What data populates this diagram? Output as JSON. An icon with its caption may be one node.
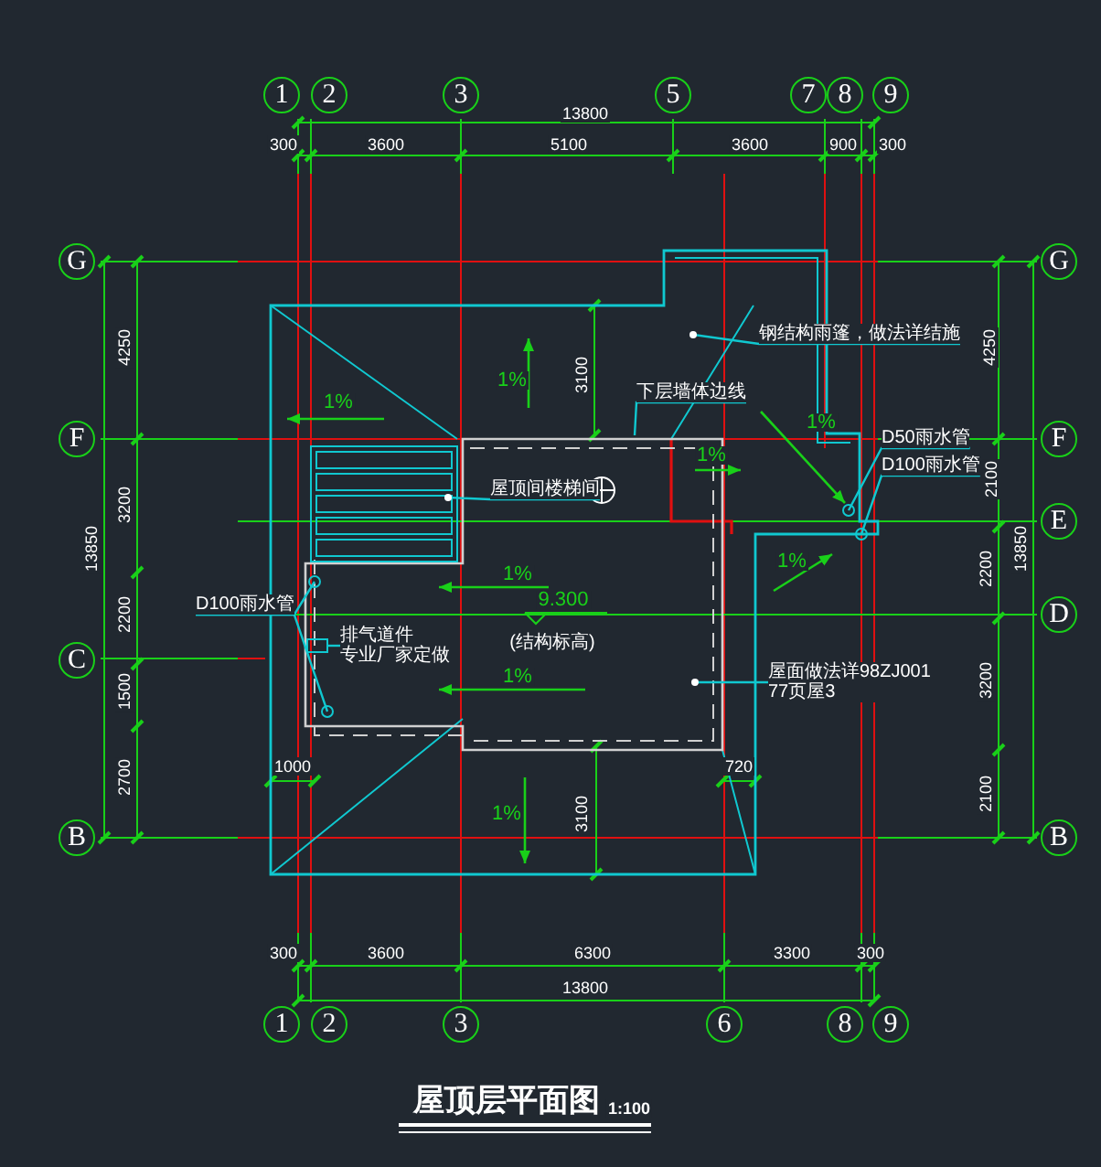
{
  "diagram": {
    "title": "屋顶层平面图",
    "nodes": [
      {
        "text": [
          "1"
        ]
      },
      {
        "text": [
          "2"
        ]
      },
      {
        "text": [
          "3"
        ]
      },
      {
        "text": [
          "5"
        ]
      },
      {
        "text": [
          "7"
        ]
      },
      {
        "text": [
          "8"
        ]
      },
      {
        "text": [
          "9"
        ]
      },
      {
        "text": [
          "G"
        ]
      },
      {
        "text": [
          "G"
        ]
      },
      {
        "text": [
          "钢结构雨篷，做法详结施"
        ]
      },
      {
        "text": [
          "下层墙体边线"
        ]
      },
      {
        "text": [
          "F"
        ]
      },
      {
        "text": [
          "F"
        ]
      },
      {
        "text": [
          "D50雨水管"
        ]
      },
      {
        "text": [
          "屋顶间楼梯间"
        ]
      },
      {
        "text": [
          "D100雨水管"
        ]
      },
      {
        "text": [
          "E"
        ]
      },
      {
        "text": [
          "D100雨水管"
        ]
      },
      {
        "text": [
          "D"
        ]
      },
      {
        "text": [
          "C"
        ]
      },
      {
        "text": [
          "排气道件",
          "专业厂家定做"
        ]
      },
      {
        "text": [
          "屋面做法详98ZJ001",
          "77页屋3"
        ]
      },
      {
        "text": [
          "B"
        ]
      },
      {
        "text": [
          "B"
        ]
      },
      {
        "text": [
          "1"
        ]
      },
      {
        "text": [
          "2"
        ]
      },
      {
        "text": [
          "3"
        ]
      },
      {
        "text": [
          "6"
        ]
      },
      {
        "text": [
          "8"
        ]
      },
      {
        "text": [
          "9"
        ]
      }
    ],
    "edges": [
      {
        "from": 9,
        "to": null,
        "arrow": "other"
      },
      {
        "from": 10,
        "to": null,
        "arrow": "none"
      },
      {
        "from": 13,
        "to": null,
        "arrow": "other"
      },
      {
        "from": 14,
        "to": null,
        "arrow": "other"
      },
      {
        "from": 15,
        "to": null,
        "arrow": "other"
      },
      {
        "from": 17,
        "to": null,
        "arrow": "other"
      },
      {
        "from": 17,
        "to": null,
        "arrow": "other"
      },
      {
        "from": 20,
        "to": null,
        "arrow": "other"
      },
      {
        "from": 21,
        "to": null,
        "arrow": "other"
      }
    ],
    "labels": [
      "13800",
      "300",
      "3600",
      "5100",
      "3600",
      "900",
      "300",
      "4250",
      "3200",
      "13850",
      "2200",
      "1500",
      "2700",
      "4250",
      "2100",
      "13850",
      "2200",
      "3200",
      "2100",
      "1%",
      "1%",
      "3100",
      "1%",
      "1%",
      "1%",
      "9.300",
      "(结构标高)",
      "1%",
      "1%",
      "1%",
      "3100",
      "1000",
      "720",
      "300",
      "3600",
      "6300",
      "3300",
      "300",
      "13800",
      "1:100"
    ]
  }
}
